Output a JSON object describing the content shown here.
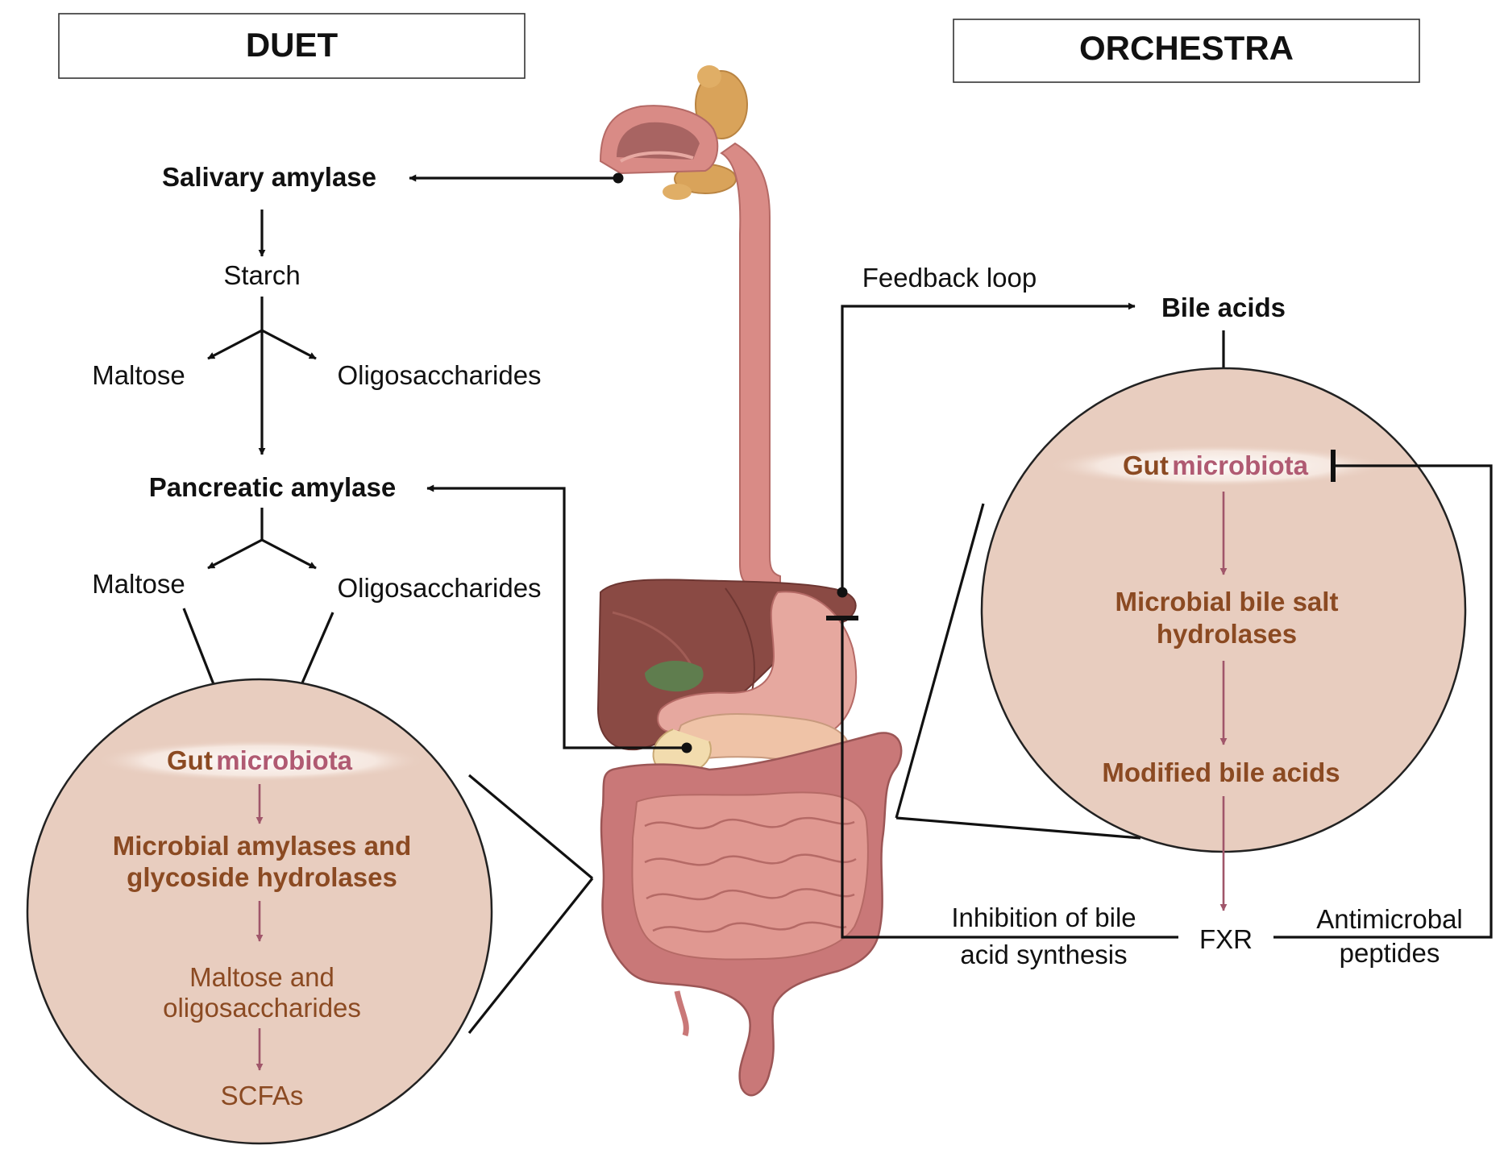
{
  "headers": {
    "left": "DUET",
    "right": "ORCHESTRA"
  },
  "duet": {
    "salivary_amylase": "Salivary amylase",
    "starch": "Starch",
    "maltose_1": "Maltose",
    "oligosaccharides_1": "Oligosaccharides",
    "pancreatic_amylase": "Pancreatic amylase",
    "maltose_2": "Maltose",
    "oligosaccharides_2": "Oligosaccharides",
    "circle": {
      "gut": "Gut",
      "microbiota": "microbiota",
      "enzymes_line1": "Microbial amylases and",
      "enzymes_line2": "glycoside hydrolases",
      "products_line1": "Maltose and",
      "products_line2": "oligosaccharides",
      "scfas": "SCFAs"
    }
  },
  "orchestra": {
    "feedback_loop": "Feedback loop",
    "bile_acids": "Bile acids",
    "circle": {
      "gut": "Gut",
      "microbiota": "microbiota",
      "hydrolases_line1": "Microbial bile salt",
      "hydrolases_line2": "hydrolases",
      "modified": "Modified bile acids"
    },
    "fxr": "FXR",
    "inhibition_line1": "Inhibition of bile",
    "inhibition_line2": "acid synthesis",
    "antimicrobial_line1": "Antimicrobal",
    "antimicrobial_line2": "peptides"
  },
  "colors": {
    "circle_fill": "#e8cdbf",
    "text_brown": "#8b4a22",
    "text_pink": "#b05a72",
    "arrow_red": "#a0566a",
    "organ_pink": "#d98b86",
    "liver": "#8a4a44",
    "gallbladder": "#5f7d4e",
    "salivary_gland": "#d9a35a"
  }
}
